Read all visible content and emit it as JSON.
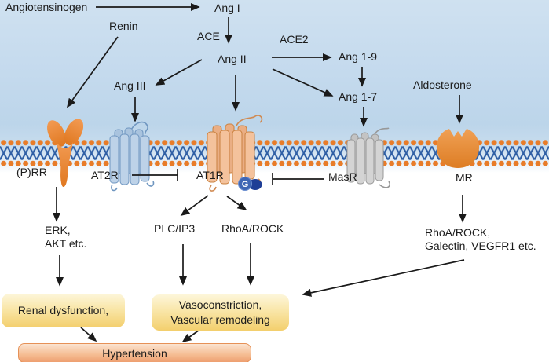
{
  "title": "Renin-angiotensin-aldosterone system signaling to hypertension",
  "colors": {
    "membrane_head_orange": "#e87c29",
    "membrane_tail_blue": "#2f5fa5",
    "cytoplasm_blue": "#c6dbee",
    "receptor_orange": "#e8832c",
    "gpcr_orange_fill": "#f4c29c",
    "gpcr_blue_fill": "#bdd2e8",
    "gpcr_gray_fill": "#d4d4d4",
    "outcome_box_yellow": "#f3cf6d",
    "hypertension_box_orange": "#ee9f70",
    "arrow_black": "#1a1a1a"
  },
  "nodes": {
    "angiotensinogen": "Angiotensinogen",
    "ang_i": "Ang I",
    "renin": "Renin",
    "ace": "ACE",
    "ang_ii": "Ang II",
    "ace2": "ACE2",
    "ang_1_9": "Ang 1-9",
    "ang_1_7": "Ang 1-7",
    "ang_iii": "Ang III",
    "aldosterone": "Aldosterone",
    "g_protein": "G"
  },
  "receptors": {
    "prr": "(P)RR",
    "at2r": "AT2R",
    "at1r": "AT1R",
    "masr": "MasR",
    "mr": "MR"
  },
  "effectors": {
    "prr_line1": "ERK,",
    "prr_line2": "AKT etc.",
    "plc": "PLC/IP3",
    "rhoa": "RhoA/ROCK",
    "mr_line1": "RhoA/ROCK,",
    "mr_line2": "Galectin, VEGFR1 etc."
  },
  "outcomes": {
    "renal": "Renal dysfunction,",
    "vaso_line1": "Vasoconstriction,",
    "vaso_line2": "Vascular remodeling",
    "hypertension": "Hypertension"
  }
}
